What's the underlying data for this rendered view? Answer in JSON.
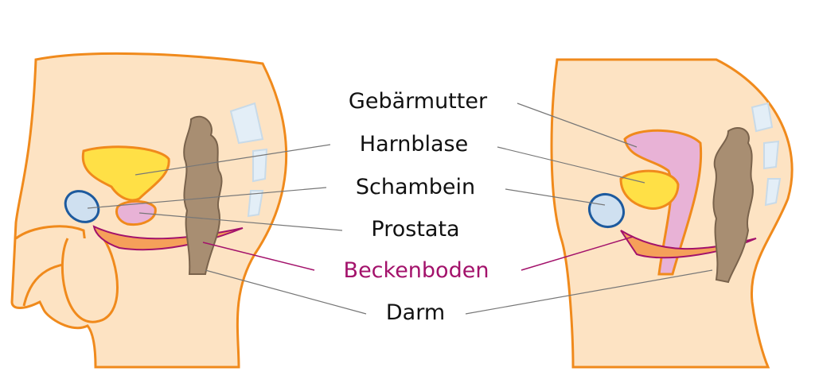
{
  "labels": {
    "uterus": "Gebärmutter",
    "bladder": "Harnblase",
    "pubic_bone": "Schambein",
    "prostate": "Prostata",
    "pelvic_floor": "Beckenboden",
    "bowel": "Darm"
  },
  "colors": {
    "skin": "#fde3c3",
    "outline": "#f08a1c",
    "bladder": "#ffe046",
    "bone": "#cfe0f0",
    "bone_outline": "#1d5a9e",
    "prostate_uterus": "#e8b2d6",
    "bowel": "#a88e72",
    "pelvic_floor_text": "#a3126b",
    "muscle": "#f5a05a"
  }
}
